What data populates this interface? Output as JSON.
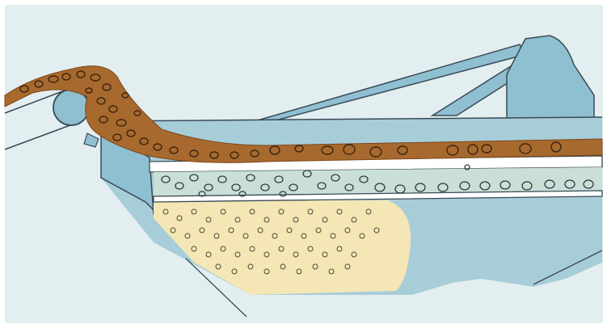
{
  "diagram": {
    "colors": {
      "background": "#e3eef0",
      "frame": "#ffffff",
      "steel": "#8fc0d2",
      "steel_dark": "#6fa4bc",
      "outline": "#3a4a55",
      "soil": "#a8692e",
      "soil_dark": "#7a4718",
      "screen_band": "#e8f1f0",
      "sand_patch": "#f4e7b5",
      "water_fill": "#a7cdd9",
      "pebble_fill": "#8ab8c6",
      "stone_fill": "#b2763b"
    },
    "components": [
      "feed-conveyor",
      "head-pulley",
      "soil-feed-stream",
      "support-frame",
      "upper-screen-deck",
      "lower-screen-deck",
      "fines-discharge",
      "vibrating-screen-box"
    ]
  }
}
